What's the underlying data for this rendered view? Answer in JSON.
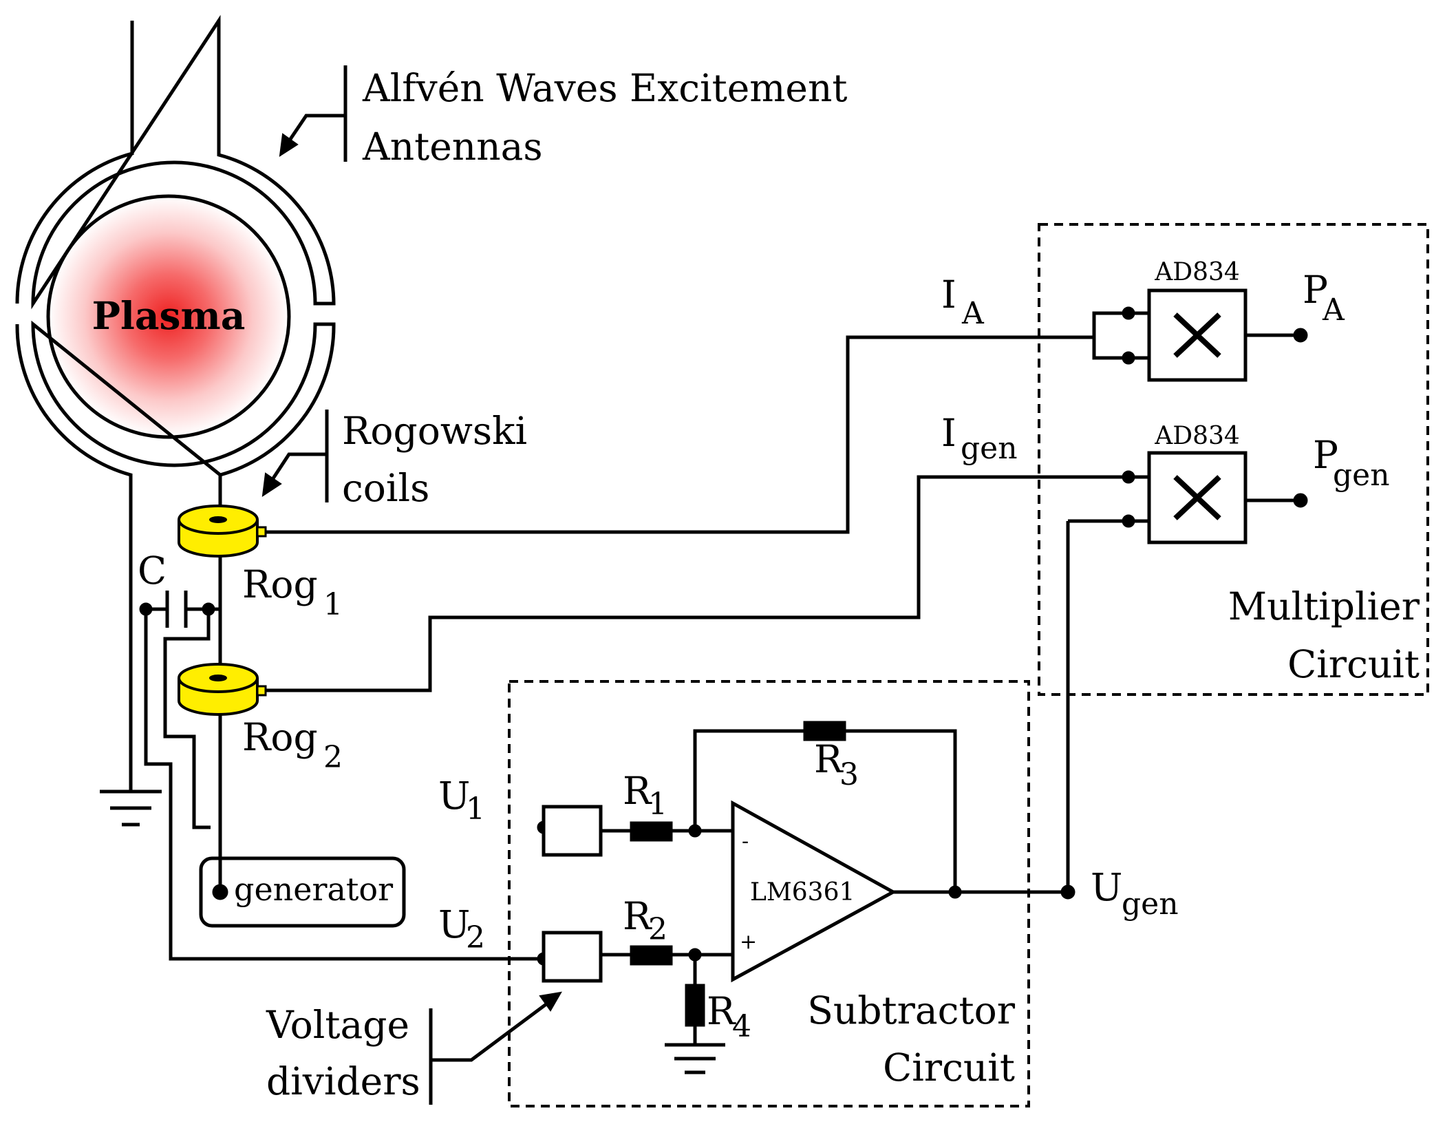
{
  "labels": {
    "antenna_line1": "Alfvén Waves Excitement",
    "antenna_line2": "Antennas",
    "plasma": "Plasma",
    "rogowski_line1": "Rogowski",
    "rogowski_line2": "coils",
    "capacitor": "C",
    "rog1_main": "Rog",
    "rog1_sub": "1",
    "rog2_main": "Rog",
    "rog2_sub": "2",
    "generator": "generator",
    "u1_main": "U",
    "u1_sub": "1",
    "u2_main": "U",
    "u2_sub": "2",
    "r1_main": "R",
    "r1_sub": "1",
    "r2_main": "R",
    "r2_sub": "2",
    "r3_main": "R",
    "r3_sub": "3",
    "r4_main": "R",
    "r4_sub": "4",
    "opamp": "LM6361",
    "minus": "-",
    "plus": "+",
    "ugen_main": "U",
    "ugen_sub": "gen",
    "ia_main": "I",
    "ia_sub": "A",
    "igen_main": "I",
    "igen_sub": "gen",
    "mult1_chip": "AD834",
    "mult2_chip": "AD834",
    "pa_main": "P",
    "pa_sub": "A",
    "pgen_main": "P",
    "pgen_sub": "gen",
    "multiplier_line1": "Multiplier",
    "multiplier_line2": "Circuit",
    "subtractor_line1": "Subtractor",
    "subtractor_line2": "Circuit",
    "voltage_line1": "Voltage",
    "voltage_line2": "dividers"
  },
  "colors": {
    "plasma_core": "#ee2222",
    "rogowski_fill": "#ffee00",
    "stroke": "#000000"
  }
}
